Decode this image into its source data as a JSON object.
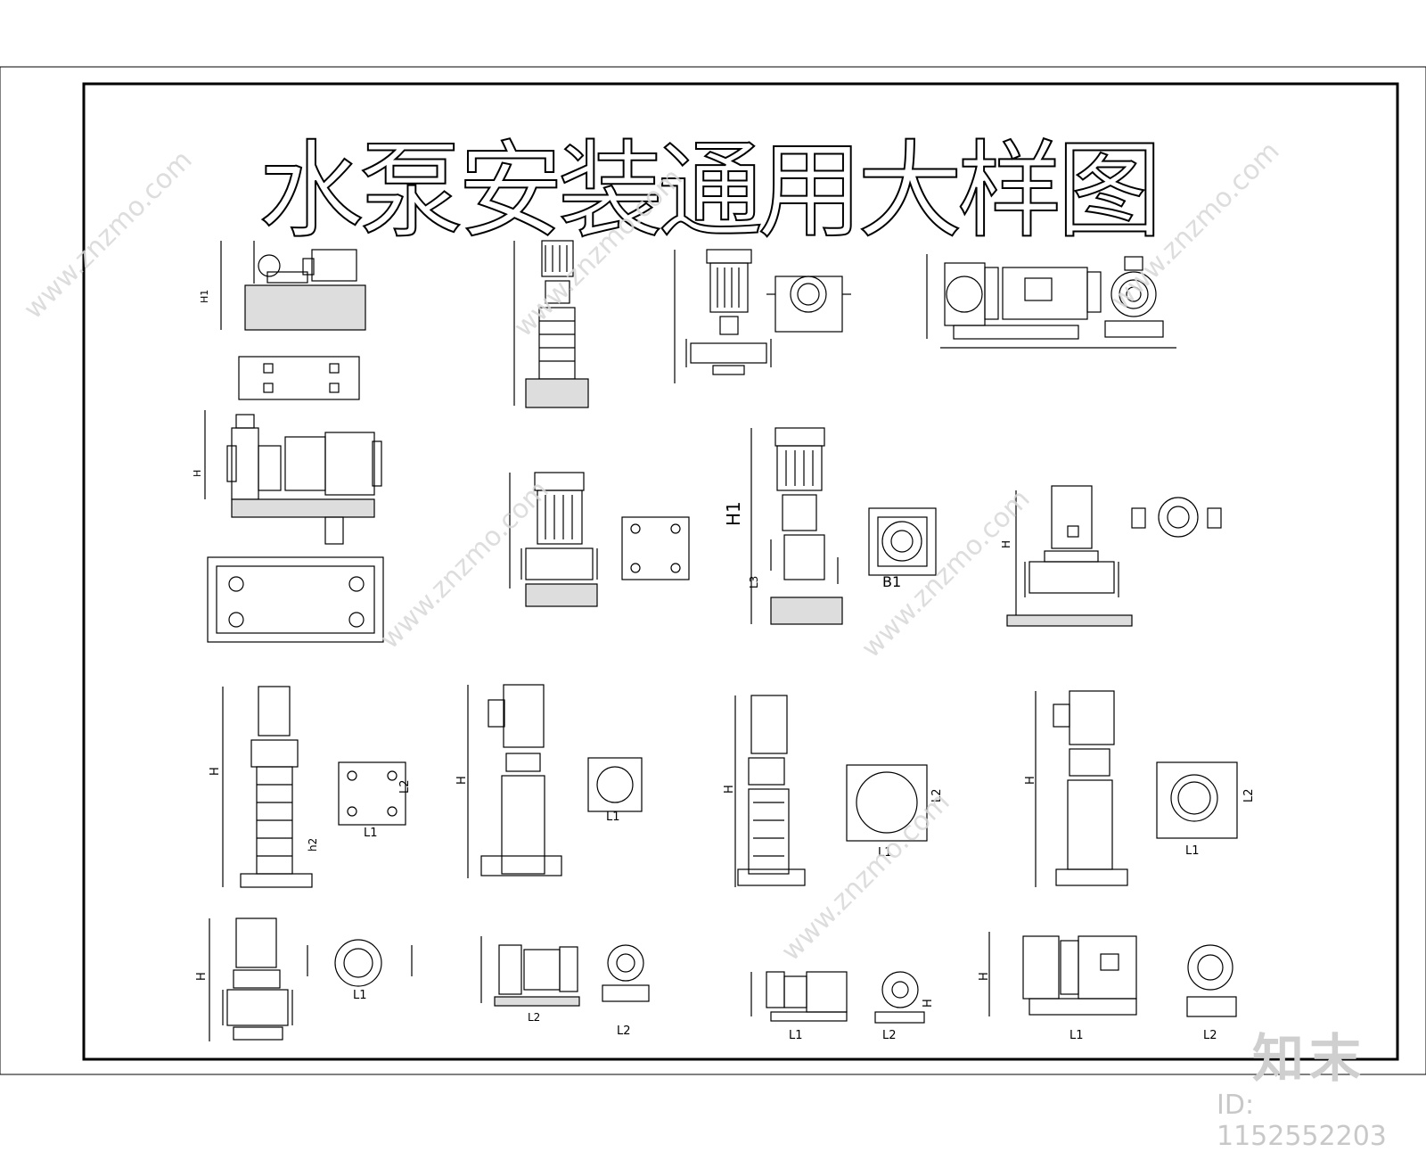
{
  "title": "水泵安装通用大样图",
  "watermark": {
    "site": "www.znzmo.com",
    "logo": "知末",
    "id_label": "ID: 1152552203"
  },
  "dimension_labels": {
    "H1": "H1",
    "H2": "H2",
    "H": "H",
    "h1": "h1",
    "h2": "h2",
    "L1": "L1",
    "L2": "L2",
    "L3": "L3",
    "B1": "B1"
  },
  "colors": {
    "line": "#000000",
    "background": "#ffffff",
    "watermark": "#d0d0d0"
  }
}
